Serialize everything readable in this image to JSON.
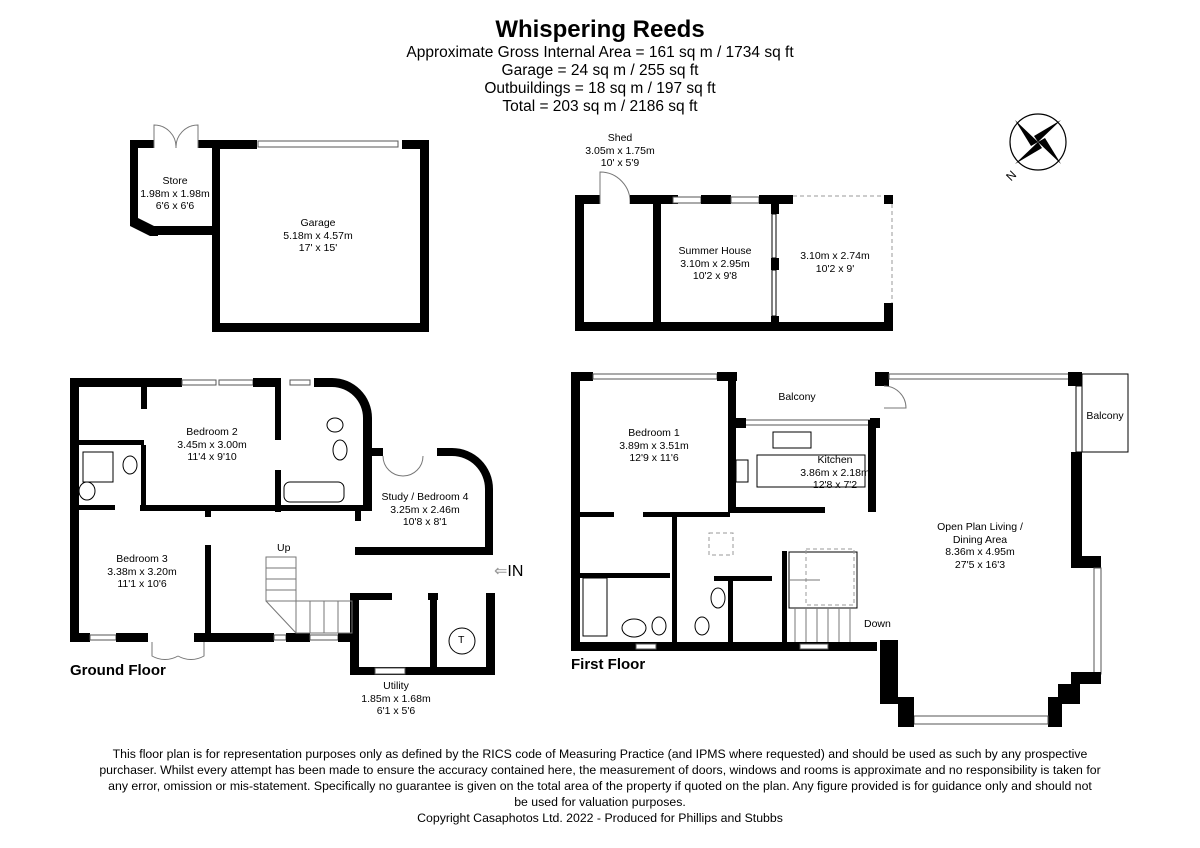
{
  "header": {
    "title": "Whispering Reeds",
    "areas": [
      "Approximate Gross Internal Area = 161 sq m / 1734 sq ft",
      "Garage = 24 sq m / 255 sq ft",
      "Outbuildings = 18 sq m / 197 sq ft",
      "Total = 203 sq m / 2186 sq ft"
    ]
  },
  "compass": {
    "icon": "compass-north-icon",
    "north_label": "N"
  },
  "outbuildings": {
    "store": {
      "name": "Store",
      "metric": "1.98m x 1.98m",
      "imperial": "6'6 x 6'6"
    },
    "garage": {
      "name": "Garage",
      "metric": "5.18m x 4.57m",
      "imperial": "17' x 15'"
    },
    "shed": {
      "name": "Shed",
      "metric": "3.05m x 1.75m",
      "imperial": "10' x 5'9"
    },
    "summer_house": {
      "name": "Summer House",
      "metric": "3.10m x 2.95m",
      "imperial": "10'2 x 9'8"
    },
    "summer_house_extension": {
      "name": "",
      "metric": "3.10m x 2.74m",
      "imperial": "10'2 x 9'"
    }
  },
  "ground_floor": {
    "label": "Ground Floor",
    "entrance_label": "IN",
    "stairs_label": "Up",
    "cylinder_label": "T",
    "rooms": {
      "bedroom2": {
        "name": "Bedroom 2",
        "metric": "3.45m x 3.00m",
        "imperial": "11'4 x 9'10"
      },
      "bedroom3": {
        "name": "Bedroom 3",
        "metric": "3.38m x 3.20m",
        "imperial": "11'1 x 10'6"
      },
      "study": {
        "name": "Study / Bedroom 4",
        "metric": "3.25m x 2.46m",
        "imperial": "10'8 x 8'1"
      },
      "utility": {
        "name": "Utility",
        "metric": "1.85m x 1.68m",
        "imperial": "6'1 x 5'6"
      }
    }
  },
  "first_floor": {
    "label": "First Floor",
    "stairs_label": "Down",
    "rooms": {
      "bedroom1": {
        "name": "Bedroom 1",
        "metric": "3.89m x 3.51m",
        "imperial": "12'9 x 11'6"
      },
      "balcony1": {
        "name": "Balcony"
      },
      "balcony2": {
        "name": "Balcony"
      },
      "kitchen": {
        "name": "Kitchen",
        "metric": "3.86m x 2.18m",
        "imperial": "12'8 x 7'2"
      },
      "living": {
        "name_line1": "Open Plan Living /",
        "name_line2": "Dining Area",
        "metric": "8.36m x 4.95m",
        "imperial": "27'5 x 16'3"
      }
    }
  },
  "footer": {
    "disclaimer": [
      "This floor plan is for representation purposes only as defined by the RICS code of Measuring Practice (and IPMS where requested) and should be used as such by any prospective",
      "purchaser. Whilst every attempt has been made to ensure the accuracy contained here, the measurement of doors, windows and rooms is approximate and no responsibility is taken for",
      "any error, omission or mis-statement. Specifically no guarantee is given on the total area of the property if quoted on the plan. Any figure provided is for guidance only and should not",
      "be used for valuation purposes."
    ],
    "copyright": "Copyright Casaphotos Ltd. 2022 - Produced for Phillips and Stubbs"
  }
}
